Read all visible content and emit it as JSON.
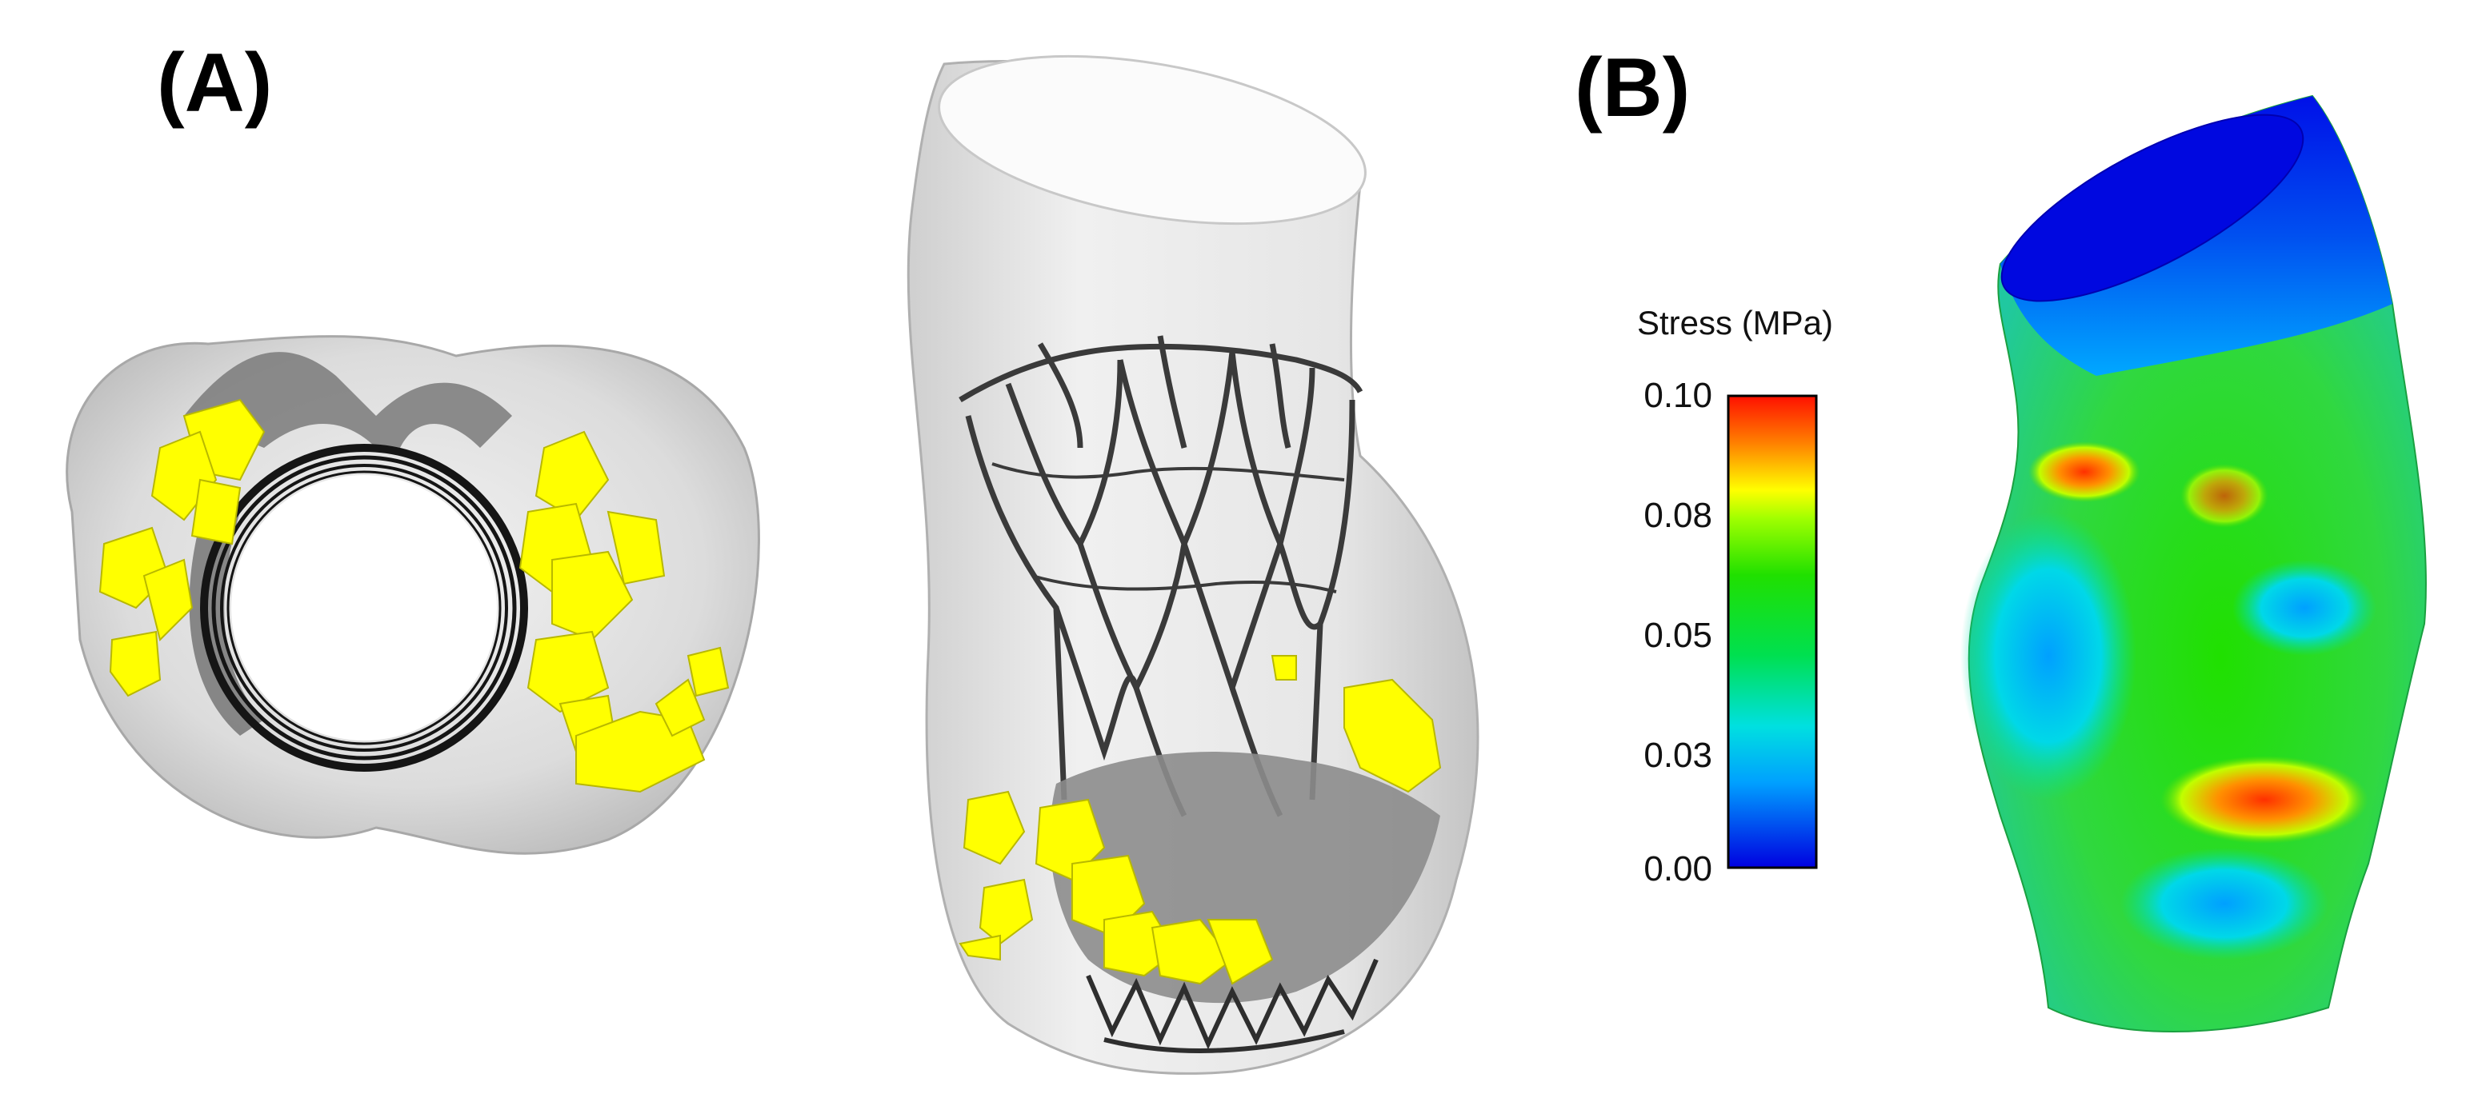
{
  "panels": {
    "a_label": "(A)",
    "b_label": "(B)"
  },
  "colorbar": {
    "title": "Stress (MPa)",
    "ticks": [
      "0.10",
      "0.08",
      "0.05",
      "0.03",
      "0.00"
    ],
    "colormap": [
      "#0000e0",
      "#00a0ff",
      "#00e0e0",
      "#00e050",
      "#20e000",
      "#a0ff00",
      "#ffff00",
      "#ff8000",
      "#ff1000"
    ]
  },
  "colors": {
    "deposit": "#ffff00",
    "stent": "#3a3a3a",
    "vessel": "#d4d4d4"
  }
}
